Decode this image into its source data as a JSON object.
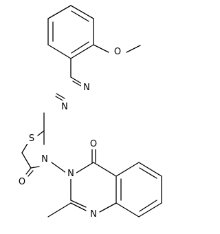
{
  "molecule": {
    "atoms": {
      "o_methoxy": "O",
      "n_imine": "N",
      "n_azine": "N",
      "s_ring": "S",
      "n_thiazolidinone": "N",
      "o_thiazolidinone": "O",
      "n_quinazolinone_3": "N",
      "o_quinazolinone": "O",
      "n_quinazolinone_1": "N"
    }
  }
}
